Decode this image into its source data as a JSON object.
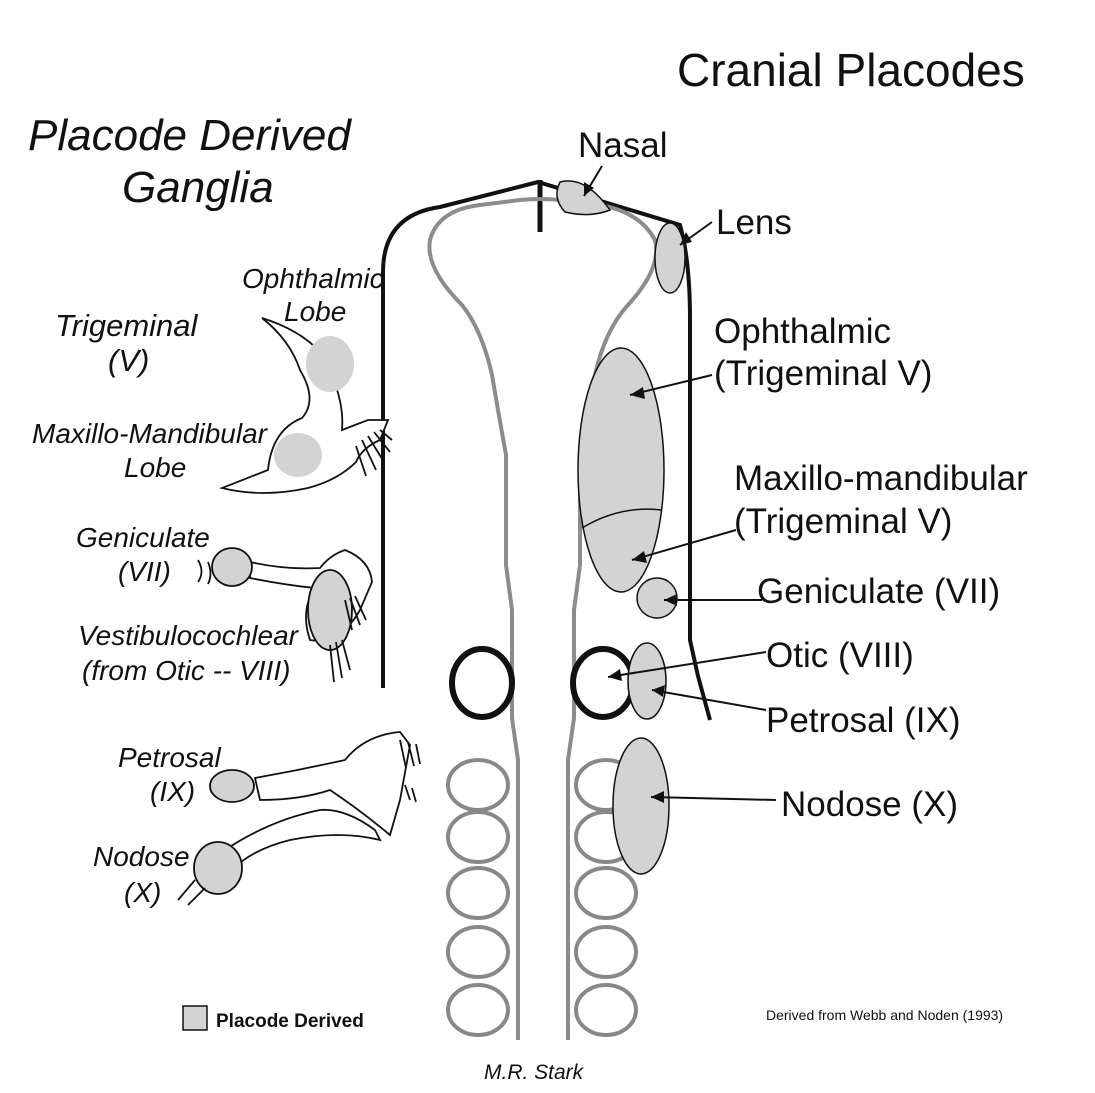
{
  "title": "Cranial Placodes",
  "left_heading": {
    "line1": "Placode Derived",
    "line2": "Ganglia"
  },
  "placodes": {
    "nasal": "Nasal",
    "lens": "Lens",
    "ophthalmic": {
      "line1": "Ophthalmic",
      "line2": "(Trigeminal V)"
    },
    "maxillo": {
      "line1": "Maxillo-mandibular",
      "line2": "(Trigeminal V)"
    },
    "geniculate": "Geniculate (VII)",
    "otic": "Otic (VIII)",
    "petrosal": "Petrosal (IX)",
    "nodose": "Nodose (X)"
  },
  "ganglia": {
    "ophthalmic_lobe": {
      "line1": "Ophthalmic",
      "line2": "Lobe"
    },
    "trigeminal": {
      "line1": "Trigeminal",
      "line2": "(V)"
    },
    "maxillo_lobe": {
      "line1": "Maxillo-Mandibular",
      "line2": "Lobe"
    },
    "geniculate": {
      "line1": "Geniculate",
      "line2": "(VII)"
    },
    "vestibulocochlear": {
      "line1": "Vestibulocochlear",
      "line2": "(from Otic -- VIII)"
    },
    "petrosal": {
      "line1": "Petrosal",
      "line2": "(IX)"
    },
    "nodose": {
      "line1": "Nodose",
      "line2": "(X)"
    }
  },
  "legend": {
    "label": "Placode Derived",
    "swatch_color": "#d3d3d3"
  },
  "source": "Derived from Webb and Noden (1993)",
  "credit": "M.R. Stark",
  "colors": {
    "placode_fill": "#d3d3d3",
    "neural_tube": "#8c8c8c",
    "outline": "#111111"
  }
}
